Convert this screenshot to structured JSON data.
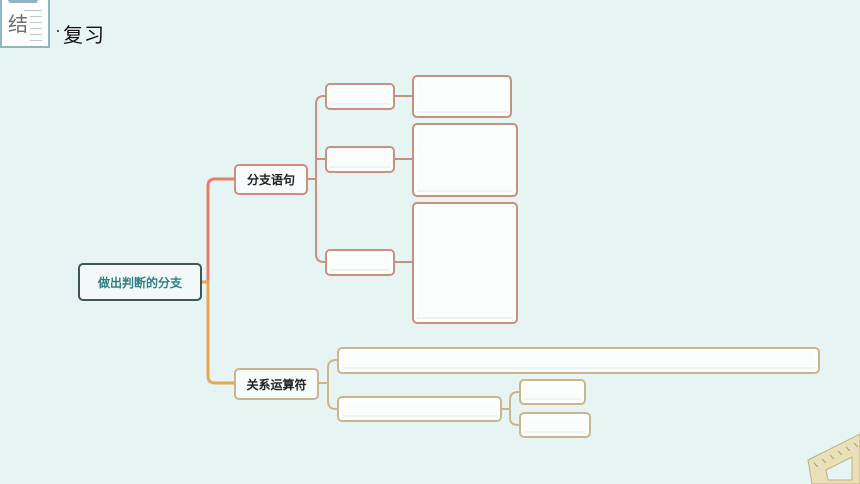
{
  "header": {
    "icon_char": "结",
    "title": "复习"
  },
  "mindmap": {
    "root": "做出判断的分支",
    "branches": [
      {
        "label": "分支语句",
        "children_count": 3
      },
      {
        "label": "关系运算符",
        "children_count": 2
      }
    ]
  },
  "colors": {
    "background": "#e7f4f4",
    "branch_red": "#c99080",
    "branch_gold": "#cdb58b",
    "root_text": "#2d7f85",
    "root_border": "#3e5656"
  }
}
